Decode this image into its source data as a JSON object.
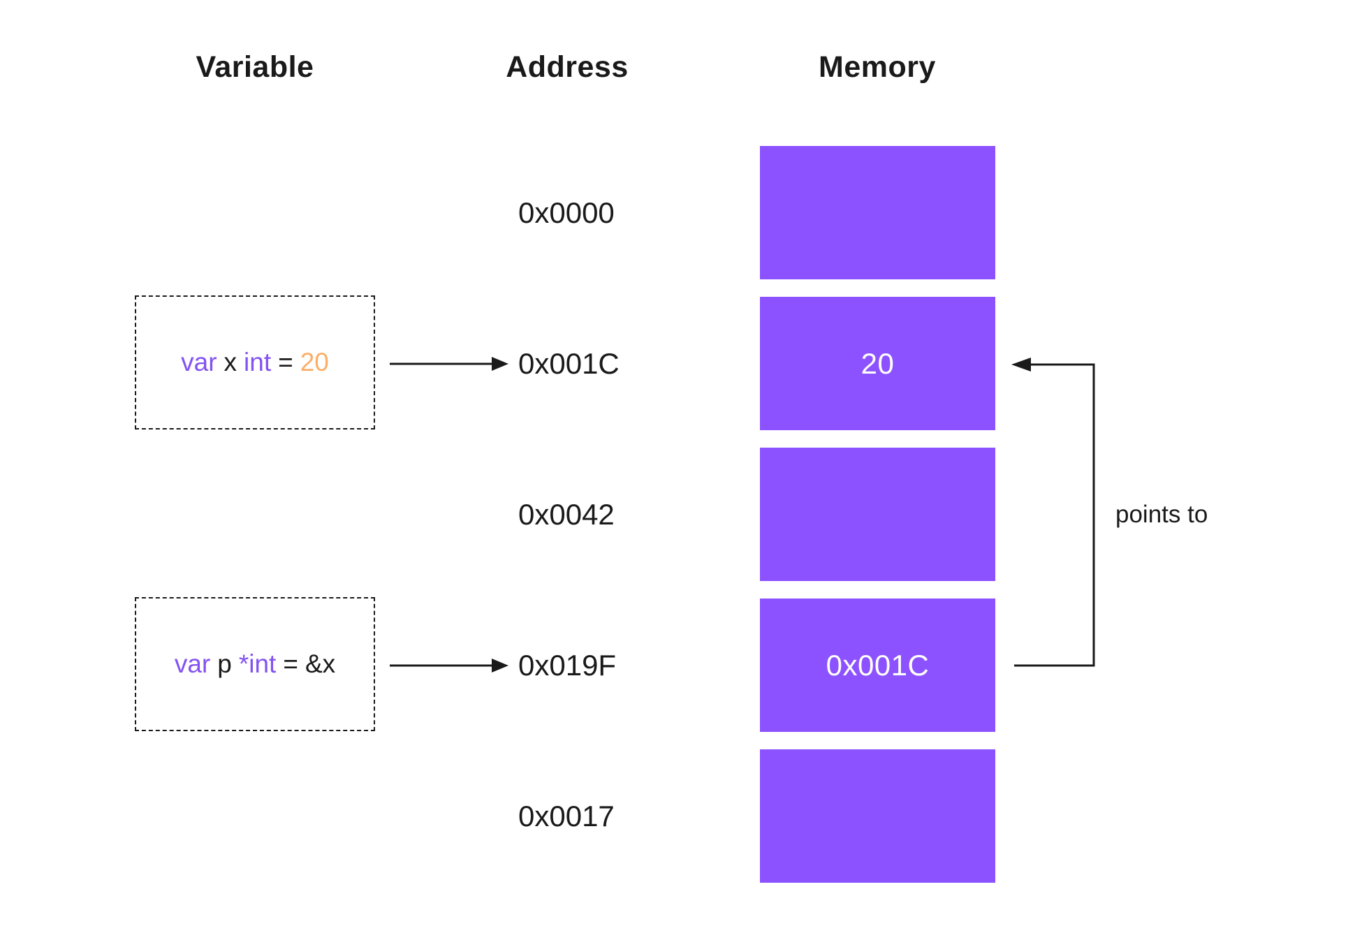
{
  "headers": {
    "variable": "Variable",
    "address": "Address",
    "memory": "Memory"
  },
  "variables": [
    {
      "parts": {
        "kw": "var",
        "name": "x",
        "type": "int",
        "eq": "=",
        "value": "20"
      }
    },
    {
      "parts": {
        "kw": "var",
        "name": "p",
        "type": "*int",
        "eq": "=",
        "value": "&x"
      }
    }
  ],
  "memory": {
    "rows": [
      {
        "address": "0x0000",
        "value": ""
      },
      {
        "address": "0x001C",
        "value": "20"
      },
      {
        "address": "0x0042",
        "value": ""
      },
      {
        "address": "0x019F",
        "value": "0x001C"
      },
      {
        "address": "0x0017",
        "value": ""
      }
    ]
  },
  "annotations": {
    "points_to": "points to"
  },
  "colors": {
    "block": "#8C52FF",
    "kw": "#8352F2",
    "orange": "#FBAE67",
    "text": "#1A1A1A",
    "memtext": "#FFFFFF"
  }
}
